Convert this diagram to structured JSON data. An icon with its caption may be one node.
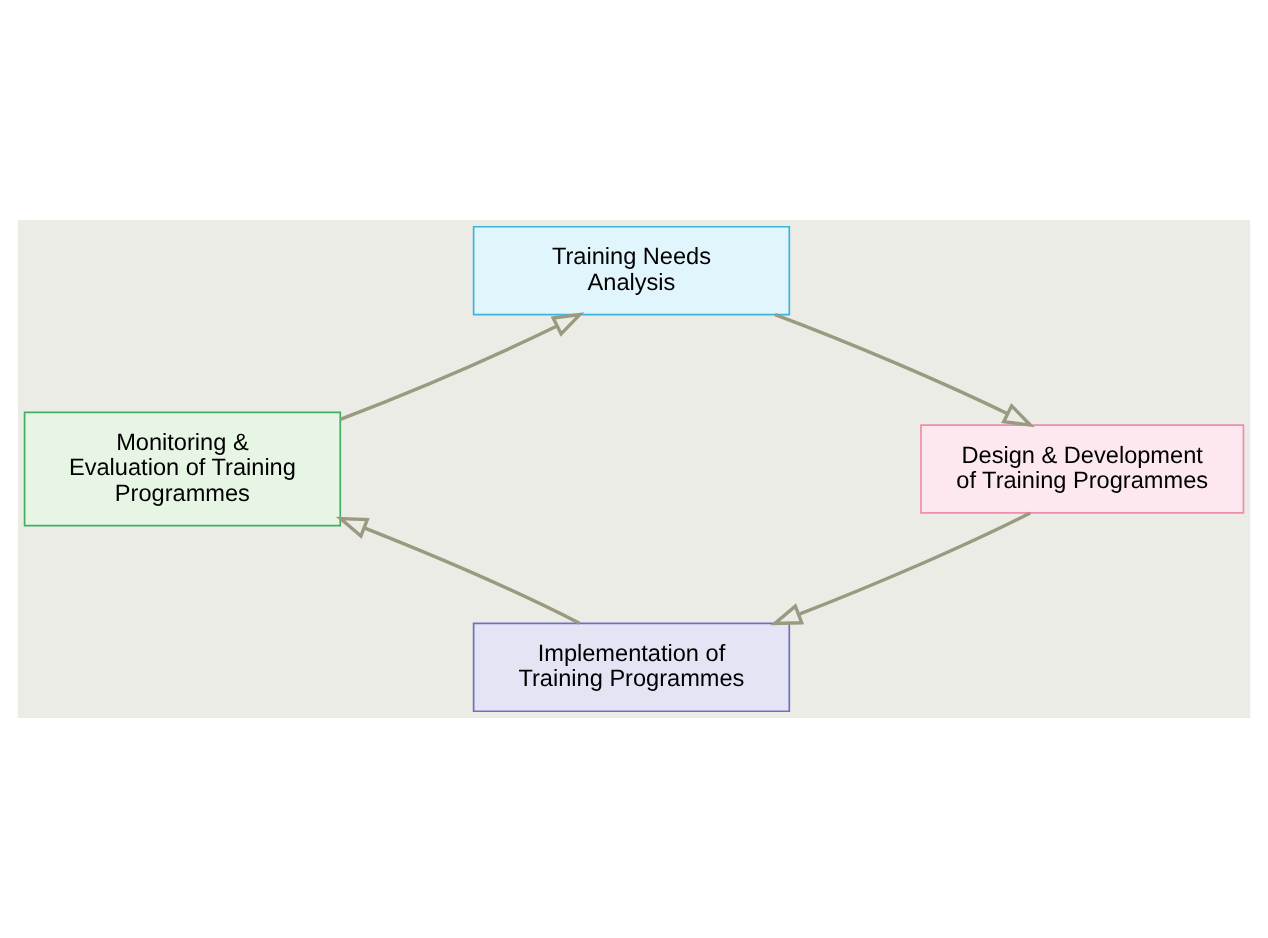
{
  "diagram": {
    "nodes": [
      {
        "text": [
          "Training Needs Analysis"
        ]
      },
      {
        "text": [
          "Design & Development of Training Programmes"
        ]
      },
      {
        "text": [
          "Implementation of Training Programmes"
        ]
      },
      {
        "text": [
          "Monitoring & Evaluation of Training Programmes"
        ]
      }
    ],
    "edges": [
      {
        "from": 0,
        "to": 1,
        "arrow": "to"
      },
      {
        "from": 1,
        "to": 2,
        "arrow": "to"
      },
      {
        "from": 2,
        "to": 3,
        "arrow": "to"
      },
      {
        "from": 3,
        "to": 0,
        "arrow": "to"
      }
    ]
  }
}
